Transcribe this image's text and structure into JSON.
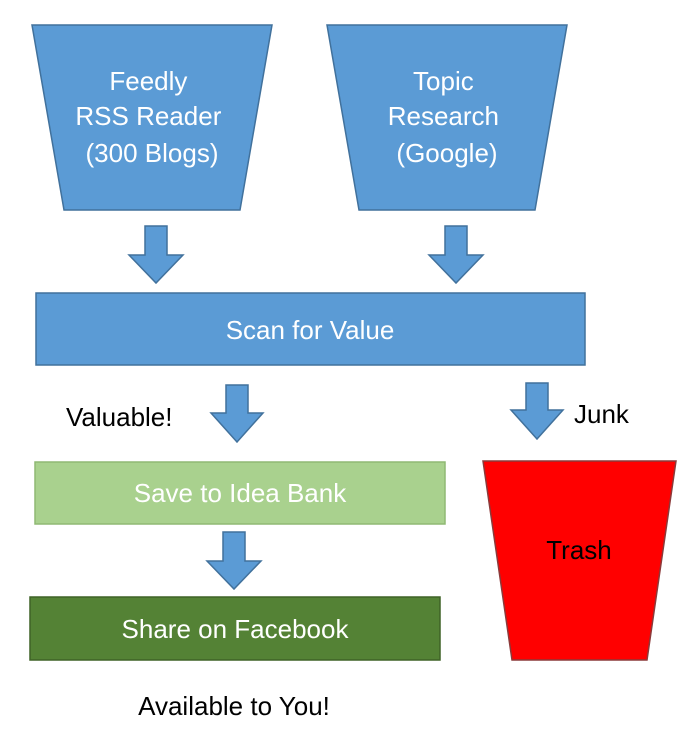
{
  "funnels": {
    "feedly": {
      "lines": [
        "Feedly",
        "RSS Reader",
        "(300 Blogs)"
      ]
    },
    "topic": {
      "lines": [
        "Topic",
        "Research",
        "(Google)"
      ]
    },
    "trash": {
      "label": "Trash"
    }
  },
  "process": {
    "scan": "Scan for Value",
    "save": "Save to Idea Bank",
    "share": "Share on Facebook"
  },
  "labels": {
    "valuable": "Valuable!",
    "junk": "Junk",
    "available": "Available to You!"
  },
  "colors": {
    "blue_fill": "#5b9bd5",
    "blue_stroke": "#41719c",
    "green_light": "#a9d18e",
    "green_light_stroke": "#8fb973",
    "green_dark": "#548235",
    "green_dark_stroke": "#3f6227",
    "red": "#ff0000",
    "red_stroke": "#8b3a3a",
    "white_text": "#ffffff",
    "dark_text": "#000000"
  }
}
